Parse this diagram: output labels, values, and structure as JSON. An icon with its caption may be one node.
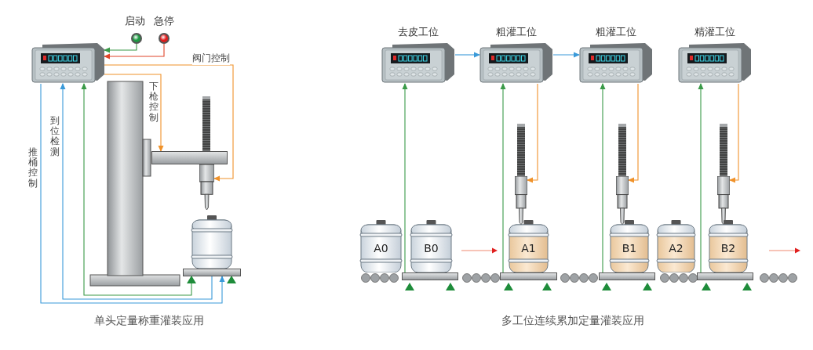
{
  "diagram": {
    "nodes": [
      {
        "text": [],
        "shape": "circle",
        "beside": [
          "启动"
        ]
      },
      {
        "text": [],
        "shape": "circle",
        "beside": [
          "急停"
        ]
      },
      {
        "text": [],
        "shape": "picture"
      },
      {
        "text": [],
        "shape": "bar"
      },
      {
        "text": [],
        "shape": "picture"
      },
      {
        "text": [],
        "shape": "bar"
      },
      {
        "text": [],
        "shape": "triangle"
      },
      {
        "text": [
          "去皮工位"
        ]
      },
      {
        "text": [
          "粗灌工位"
        ]
      },
      {
        "text": [
          "粗灌工位"
        ]
      },
      {
        "text": [
          "精灌工位"
        ]
      },
      {
        "text": [],
        "shape": "picture"
      },
      {
        "text": [],
        "shape": "picture"
      },
      {
        "text": [],
        "shape": "picture"
      },
      {
        "text": [],
        "shape": "bar"
      },
      {
        "text": [],
        "shape": "bar"
      },
      {
        "text": [],
        "shape": "bar"
      },
      {
        "text": [],
        "shape": "bar"
      },
      {
        "text": [
          "A0"
        ]
      },
      {
        "text": [
          "B0"
        ]
      },
      {
        "text": [
          "A1"
        ]
      },
      {
        "text": [
          "B1"
        ]
      },
      {
        "text": [
          "A2"
        ]
      },
      {
        "text": [
          "B2"
        ]
      }
    ],
    "edges": [
      {
        "from": 0,
        "to": 2,
        "arrow": "to",
        "color": "#3a9a48"
      },
      {
        "from": 1,
        "to": 2,
        "arrow": "to",
        "color": "#e0452a"
      },
      {
        "from": 2,
        "to": 4,
        "arrow": "to",
        "label": "阀门控制",
        "color": "#f0922a"
      },
      {
        "from": 2,
        "to": 3,
        "arrow": "to",
        "label": "下枪控制",
        "color": "#f0922a"
      },
      {
        "from": 6,
        "to": 2,
        "arrow": "to",
        "color": "#3a9a48"
      },
      {
        "from": 5,
        "to": 2,
        "arrow": "to",
        "label": "到位检测",
        "color": "#3a9ad9"
      },
      {
        "from": 2,
        "to": 5,
        "arrow": "to",
        "label": "推桶控制",
        "color": "#3a9ad9"
      },
      {
        "from": 7,
        "to": 8,
        "arrow": "to",
        "color": "#3a9ad9"
      },
      {
        "from": 8,
        "to": 9,
        "arrow": "to",
        "color": "#3a9ad9"
      },
      {
        "from": 14,
        "to": 7,
        "arrow": "to",
        "color": "#3a9a48"
      },
      {
        "from": 15,
        "to": 8,
        "arrow": "to",
        "color": "#3a9a48"
      },
      {
        "from": 16,
        "to": 9,
        "arrow": "to",
        "color": "#3a9a48"
      },
      {
        "from": 17,
        "to": 10,
        "arrow": "to",
        "color": "#3a9a48"
      },
      {
        "from": 8,
        "to": 11,
        "arrow": "to",
        "color": "#f0922a"
      },
      {
        "from": 9,
        "to": 12,
        "arrow": "to",
        "color": "#f0922a"
      },
      {
        "from": 10,
        "to": 13,
        "arrow": "to",
        "color": "#f0922a"
      }
    ],
    "labels": [
      "单头定量称重灌装应用",
      "多工位连续累加定量灌装应用"
    ]
  }
}
